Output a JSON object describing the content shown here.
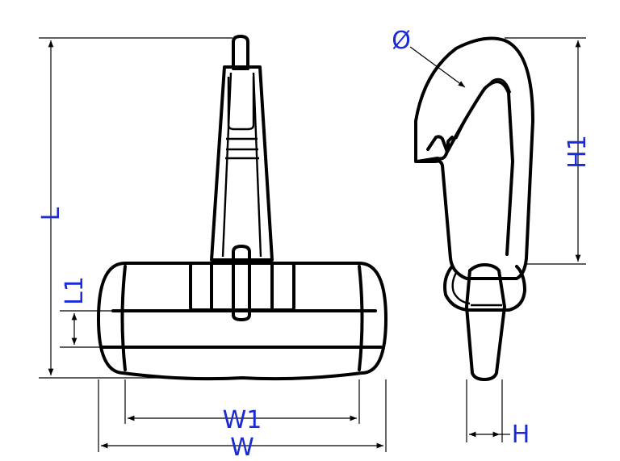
{
  "labels": {
    "L": "L",
    "L1": "L1",
    "W1": "W1",
    "W": "W",
    "H1": "H1",
    "H": "H",
    "diameter": "Ø"
  },
  "colors": {
    "dimension_text": "#1a2bd6",
    "line": "#000000",
    "background": "#ffffff"
  }
}
